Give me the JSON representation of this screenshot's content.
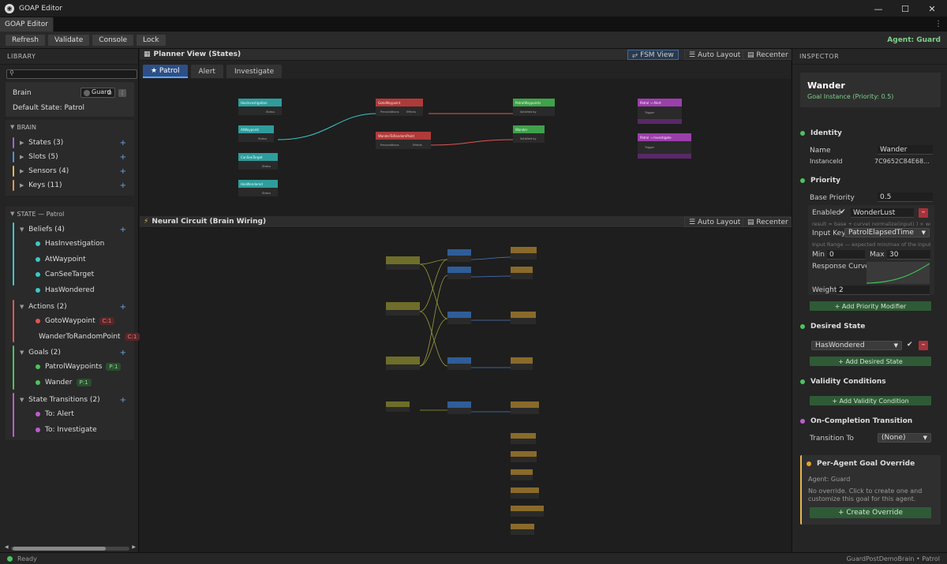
{
  "window": {
    "title": "GOAP Editor",
    "minimize": "—",
    "maximize": "☐",
    "close": "✕"
  },
  "tab": {
    "label": "GOAP Editor",
    "more": "⋮"
  },
  "toolbar": {
    "refresh": "Refresh",
    "validate": "Validate",
    "console": "Console",
    "lock": "Lock",
    "agent": "Agent: Guard"
  },
  "library": {
    "header": "LIBRARY",
    "search_placeholder": "",
    "brain_label": "Brain",
    "brain_value": "Guard",
    "default_state": "Default State: Patrol",
    "brain_section": "BRAIN",
    "brain_items": [
      "States (3)",
      "Slots (5)",
      "Sensors (4)",
      "Keys (11)"
    ],
    "state_section": "STATE — Patrol",
    "beliefs": {
      "label": "Beliefs (4)",
      "items": [
        "HasInvestigation",
        "AtWaypoint",
        "CanSeeTarget",
        "HasWondered"
      ]
    },
    "actions": {
      "label": "Actions (2)",
      "items": [
        {
          "name": "GotoWaypoint",
          "badge": "C:1"
        },
        {
          "name": "WanderToRandomPoint",
          "badge": "C:1"
        }
      ]
    },
    "goals": {
      "label": "Goals (2)",
      "items": [
        {
          "name": "PatrolWaypoints",
          "badge": "P:1"
        },
        {
          "name": "Wander",
          "badge": "P:1"
        }
      ]
    },
    "transitions": {
      "label": "State Transitions (2)",
      "items": [
        "To: Alert",
        "To: Investigate"
      ]
    }
  },
  "planner": {
    "title": "Planner View (States)",
    "fsm_view": "FSM View",
    "auto_layout": "Auto Layout",
    "recenter": "Recenter",
    "tabs": [
      "★ Patrol",
      "Alert",
      "Investigate"
    ]
  },
  "circuit": {
    "title": "Neural Circuit (Brain Wiring)",
    "auto_layout": "Auto Layout",
    "recenter": "Recenter"
  },
  "inspector": {
    "header": "INSPECTOR",
    "name": "Wander",
    "subtitle": "Goal Instance (Priority: 0.5)",
    "identity": {
      "label": "Identity",
      "name_label": "Name",
      "name_value": "Wander",
      "id_label": "InstanceId",
      "id_value": "7C9652C84E68..."
    },
    "priority": {
      "label": "Priority",
      "base_label": "Base Priority",
      "base_value": "0.5",
      "enabled_label": "Enabled",
      "modifier": "WonderLust",
      "formula": "result = base + curve( normalize(input) ) × weight",
      "input_key_label": "Input Key",
      "input_key_value": "PatrolElapsedTime",
      "range_note": "Input Range — expected min/max of the input k...",
      "min_label": "Min",
      "min_value": "0",
      "max_label": "Max",
      "max_value": "30",
      "curve_label": "Response Curve",
      "weight_label": "Weight",
      "weight_value": "2",
      "add_modifier": "+ Add Priority Modifier"
    },
    "desired": {
      "label": "Desired State",
      "value": "HasWondered",
      "add": "+ Add Desired State"
    },
    "validity": {
      "label": "Validity Conditions",
      "add": "+ Add Validity Condition"
    },
    "completion": {
      "label": "On-Completion Transition",
      "transition_label": "Transition To",
      "transition_value": "(None)"
    },
    "override": {
      "label": "Per-Agent Goal Override",
      "agent": "Agent: Guard",
      "desc": "No override. Click to create one and customize this goal for this agent.",
      "button": "+ Create Override"
    }
  },
  "status": {
    "left": "Ready",
    "right": "GuardPostDemoBrain • Patrol"
  },
  "colors": {
    "accent_green": "#7fd08a",
    "teal": "#3ec7c7",
    "red": "#e05555",
    "green": "#4cc35c",
    "purple": "#c05ad0",
    "blue": "#2d4f86"
  }
}
